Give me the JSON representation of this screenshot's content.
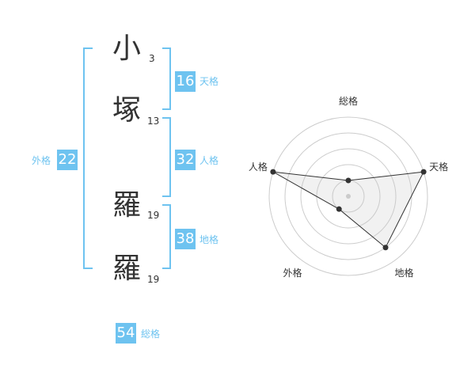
{
  "name": {
    "chars": [
      {
        "char": "小",
        "strokes": "3"
      },
      {
        "char": "塚",
        "strokes": "13"
      },
      {
        "char": "羅",
        "strokes": "19"
      },
      {
        "char": "羅",
        "strokes": "19"
      }
    ]
  },
  "kaku": {
    "tenkaku": {
      "value": "16",
      "label": "天格"
    },
    "jinkaku": {
      "value": "32",
      "label": "人格"
    },
    "chikaku": {
      "value": "38",
      "label": "地格"
    },
    "gaikaku": {
      "value": "22",
      "label": "外格"
    },
    "soukaku": {
      "value": "54",
      "label": "総格"
    }
  },
  "colors": {
    "accent": "#6ec3f0",
    "text": "#333333",
    "grid": "#cccccc"
  },
  "chart_data": {
    "type": "radar",
    "axes": [
      "総格",
      "天格",
      "地格",
      "外格",
      "人格"
    ],
    "max": 5,
    "values": [
      1,
      5,
      4,
      1,
      5
    ]
  }
}
